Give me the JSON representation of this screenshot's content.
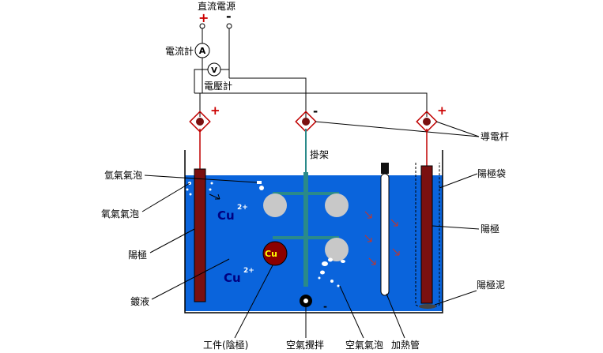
{
  "labels": {
    "power_supply": "直流電源",
    "plus": "+",
    "minus": "-",
    "ammeter": "電流計",
    "ammeter_symbol": "A",
    "voltmeter": "電壓計",
    "voltmeter_symbol": "V",
    "conductor_rod": "導電杆",
    "rack": "掛架",
    "hydrogen_bubble": "氫氣氣泡",
    "oxygen_bubble": "氧氣氣泡",
    "anode": "陽極",
    "anode_bag": "陽極袋",
    "anode_right": "陽極",
    "plating_solution": "鍍液",
    "cu_ion": "Cu",
    "cu_charge": "2+",
    "workpiece_symbol": "Cu",
    "workpiece": "工件(陰極)",
    "air_agitation": "空氣攪拌",
    "air_bubble": "空氣氣泡",
    "heater": "加熱管",
    "anode_sludge": "陽極泥"
  },
  "colors": {
    "solution": "#0a64dc",
    "anode": "#7a1010",
    "wire": "#000000",
    "positive": "#cc0000",
    "rack": "#2a8a8a",
    "workpiece_disk": "#c8c8c8",
    "workpiece_cathode": "#8b0000",
    "workpiece_text": "#ffff00"
  }
}
